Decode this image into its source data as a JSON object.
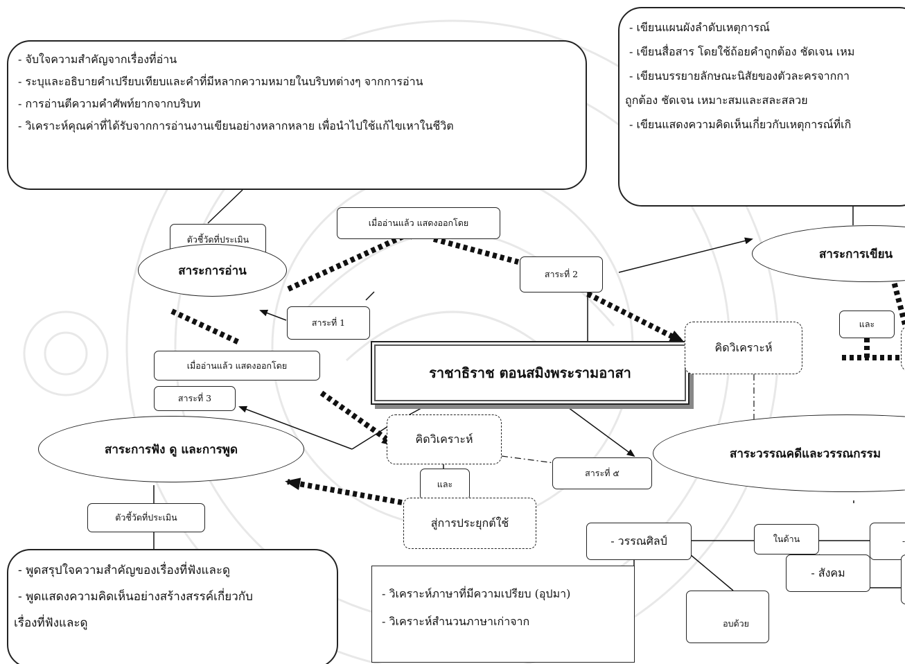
{
  "title": "ราชาธิราช ตอนสมิงพระรามอาสา",
  "topics": {
    "reading": "สาระการอ่าน",
    "writing": "สาระการเขียน",
    "listening": "สาระการฟัง ดู และการพูด",
    "literature": "สาระวรรณคดีและวรรณกรรม"
  },
  "strands": {
    "s1": "สาระที่ 1",
    "s2": "สาระที่ 2",
    "s3": "สาระที่ 3",
    "s5": "สาระที่ ๕"
  },
  "labels": {
    "indicator_top": "ตัวชี้วัดที่ประเมิน",
    "indicator_bottom": "ตัวชี้วัดที่ประเมิน",
    "after_read_top": "เมื่ออ่านแล้ว แสดงออกโดย",
    "after_read_mid": "เมื่ออ่านแล้ว แสดงออกโดย",
    "think_right": "คิดวิเคราะห์",
    "think_center": "คิดวิเคราะห์",
    "and_center": "และ",
    "and_right": "และ",
    "apply": "สู่การประยุกต์ใช้",
    "art": "- วรรณศิลป์",
    "in_aspect": "ในด้าน",
    "society": "- สังคม",
    "compose": "อบด้วย",
    "edge_right_char": "- ว"
  },
  "reading_list": [
    "- จับใจความสำคัญจากเรื่องที่อ่าน",
    "- ระบุและอธิบายคำเปรียบเทียบและคำที่มีหลากความหมายในบริบทต่างๆ จากการอ่าน",
    "- การอ่านตีความคำศัพท์ยากจากบริบท",
    "- วิเคราะห์คุณค่าที่ได้รับจากการอ่านงานเขียนอย่างหลากหลาย เพื่อนำไปใช้แก้ไขเหาในชีวิต"
  ],
  "writing_list": [
    "- เขียนแผนผังลำดับเหตุการณ์",
    "- เขียนสื่อสาร โดยใช้ถ้อยคำถูกต้อง ชัดเจน เหม",
    "- เขียนบรรยายลักษณะนิสัยของตัวละครจากกา",
    "ถูกต้อง ชัดเจน เหมาะสมและสละสลวย",
    "- เขียนแสดงความคิดเห็นเกี่ยวกับเหตุการณ์ที่เกิ"
  ],
  "listening_list": [
    "- พูดสรุปใจความสำคัญของเรื่องที่ฟังและดู",
    "- พูดแสดงความคิดเห็นอย่างสร้างสรรค์เกี่ยวกับ",
    "เรื่องที่ฟังและดู"
  ],
  "analysis_list": [
    "- วิเคราะห์ภาษาที่มีความเปรียบ (อุปมา)",
    "- วิเคราะห์สำนวนภาษาเก่าจาก"
  ]
}
